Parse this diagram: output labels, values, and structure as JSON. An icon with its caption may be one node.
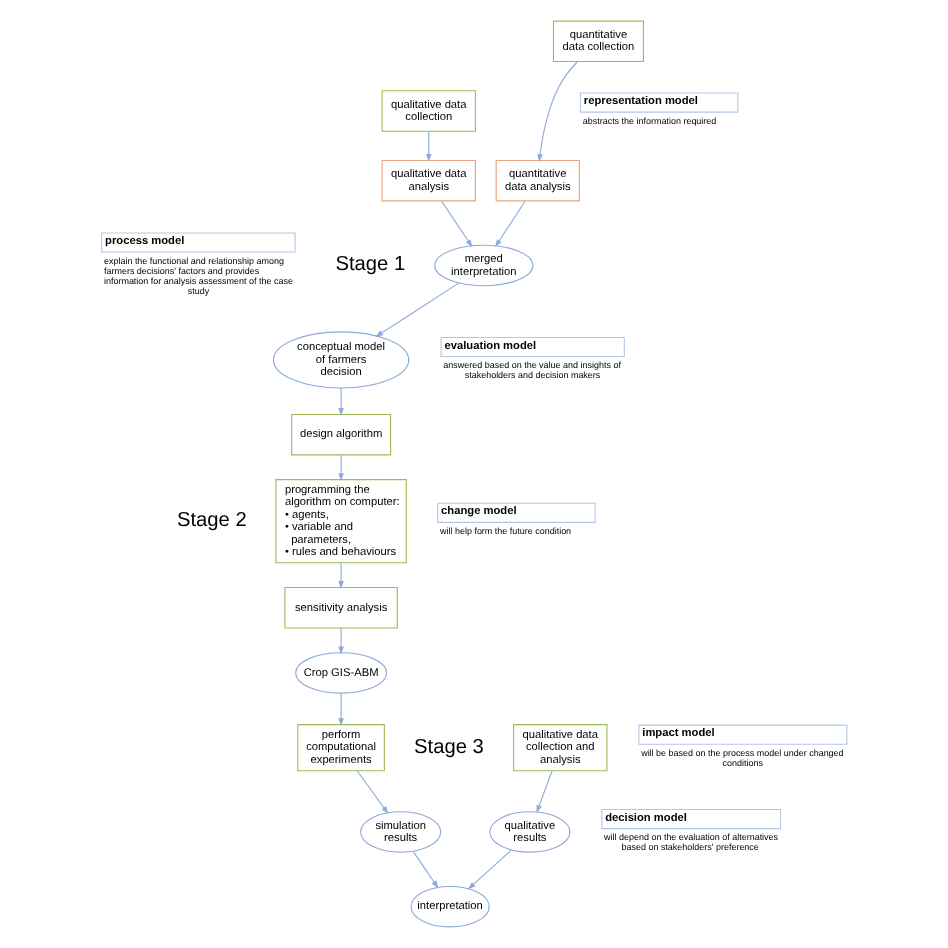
{
  "diagram": {
    "nodes": [
      {
        "text": [
          "qualitative data collection"
        ]
      },
      {
        "text": [
          "quantitative data collection"
        ]
      },
      {
        "text": [
          "qualitative data analysis"
        ]
      },
      {
        "text": [
          "quantitative data analysis"
        ]
      },
      {
        "text": [
          "merged interpretation"
        ]
      },
      {
        "text": [
          "conceptual model of farmers decision"
        ]
      },
      {
        "text": [
          "design algorithm"
        ]
      },
      {
        "text": [
          "programming the algorithm on computer: • agents, • variable and parameters, • rules and behaviours"
        ]
      },
      {
        "text": [
          "sensitivity analysis"
        ]
      },
      {
        "text": [
          "Crop GIS-ABM"
        ]
      },
      {
        "text": [
          "perform computational experiments"
        ]
      },
      {
        "text": [
          "simulation results"
        ]
      },
      {
        "text": [
          "qualitative data collection and analysis"
        ]
      },
      {
        "text": [
          "qualitative results"
        ]
      },
      {
        "text": [
          "interpretation"
        ]
      },
      {
        "text": [
          "representation model",
          "abstracts the information required"
        ]
      },
      {
        "text": [
          "process model",
          "explain the functional and relationship among farmers decisions' factors and provides information for analysis assessment of the case study"
        ]
      },
      {
        "text": [
          "evaluation model",
          "answered based on the value and insights of stakeholders and decision makers"
        ]
      },
      {
        "text": [
          "change model",
          "will help form the future condition"
        ]
      },
      {
        "text": [
          "impact model",
          "will be based on the process model under changed conditions"
        ]
      },
      {
        "text": [
          "decision model",
          "will depend on the evaluation of alternatives based on stakeholders' preference"
        ]
      }
    ],
    "edges": [
      {
        "from": 0,
        "to": 2,
        "arrow": "to"
      },
      {
        "from": 1,
        "to": 3,
        "arrow": "to"
      },
      {
        "from": 2,
        "to": 4,
        "arrow": "to"
      },
      {
        "from": 3,
        "to": 4,
        "arrow": "to"
      },
      {
        "from": 4,
        "to": 5,
        "arrow": "to"
      },
      {
        "from": 5,
        "to": 6,
        "arrow": "to"
      },
      {
        "from": 6,
        "to": 7,
        "arrow": "to"
      },
      {
        "from": 7,
        "to": 8,
        "arrow": "to"
      },
      {
        "from": 8,
        "to": 9,
        "arrow": "to"
      },
      {
        "from": 9,
        "to": 10,
        "arrow": "to"
      },
      {
        "from": 10,
        "to": 11,
        "arrow": "to"
      },
      {
        "from": 11,
        "to": 14,
        "arrow": "to"
      },
      {
        "from": 12,
        "to": 13,
        "arrow": "to"
      },
      {
        "from": 13,
        "to": 14,
        "arrow": "to"
      }
    ],
    "labels": [
      "Stage 1",
      "Stage 2",
      "Stage 3"
    ]
  }
}
